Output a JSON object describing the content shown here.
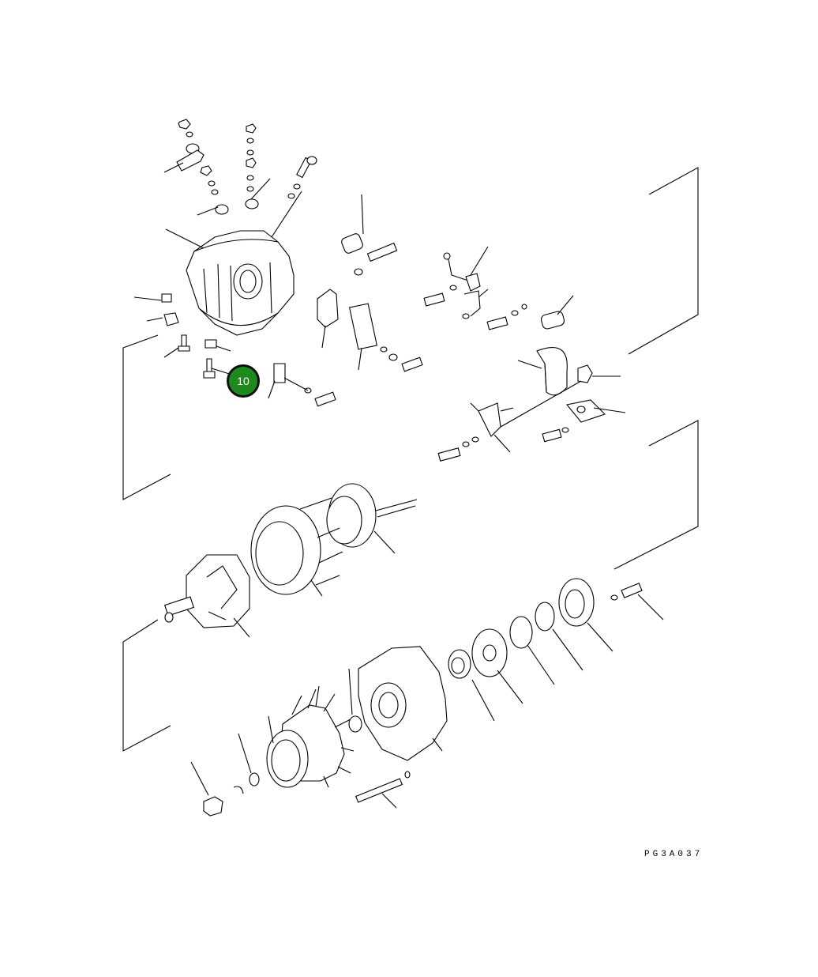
{
  "diagram": {
    "drawing_code": "PG3A037",
    "callout": {
      "label": "10",
      "color": "#1e8a1e"
    },
    "icons": [
      "exploded-alternator-drawing",
      "leader-line",
      "callout-marker"
    ]
  }
}
